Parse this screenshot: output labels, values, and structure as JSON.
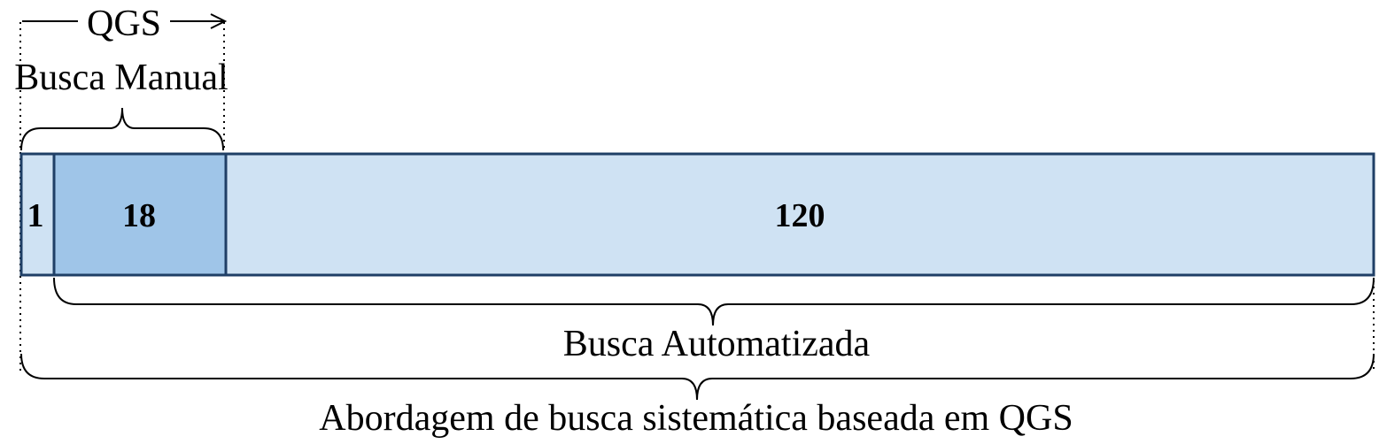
{
  "labels": {
    "qgs": "QGS",
    "manual": "Busca Manual",
    "automated": "Busca Automatizada",
    "overall": "Abordagem de busca sistemática baseada em QGS"
  },
  "segments": [
    {
      "value": "1",
      "color": "#cfe2f3"
    },
    {
      "value": "18",
      "color": "#9fc5e8"
    },
    {
      "value": "120",
      "color": "#cfe2f3"
    }
  ],
  "colors": {
    "border": "#1f3f66",
    "light_fill": "#cfe2f3",
    "dark_fill": "#9fc5e8"
  }
}
